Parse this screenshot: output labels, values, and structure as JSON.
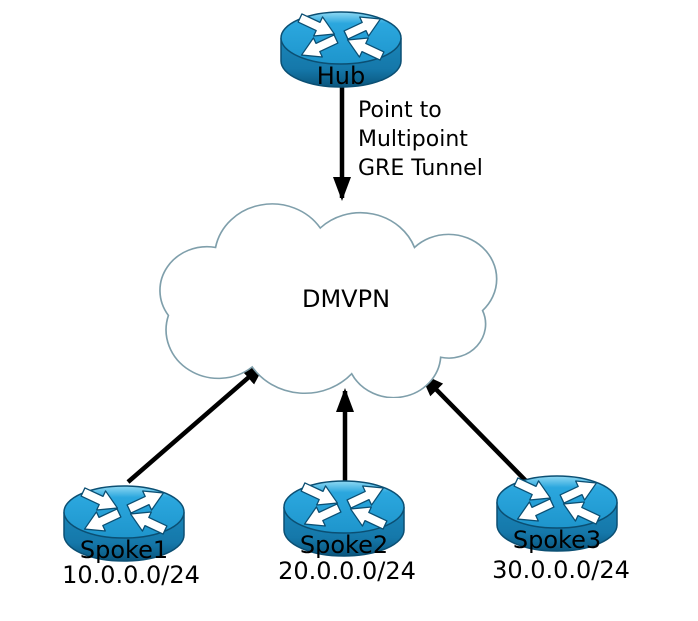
{
  "diagram": {
    "hub": {
      "label": "Hub"
    },
    "tunnel_annotation": "Point to\nMultipoint\nGRE Tunnel",
    "cloud": {
      "label": "DMVPN"
    },
    "spokes": [
      {
        "label": "Spoke1",
        "subnet": "10.0.0.0/24"
      },
      {
        "label": "Spoke2",
        "subnet": "20.0.0.0/24"
      },
      {
        "label": "Spoke3",
        "subnet": "30.0.0.0/24"
      }
    ],
    "colors": {
      "router_top": "#2BA7DE",
      "router_body": "#1578AA",
      "router_outline": "#0B4F73",
      "cloud_outline": "#7F9FAB",
      "arrow": "#000000",
      "text": "#000000",
      "background": "#FFFFFF"
    }
  }
}
